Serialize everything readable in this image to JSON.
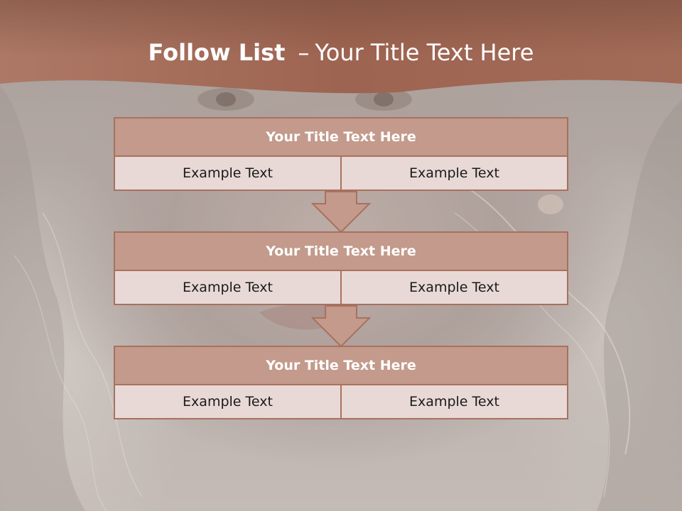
{
  "header": {
    "title_bold": "Follow List",
    "title_dash": "–",
    "title_rest": "Your Title Text Here"
  },
  "blocks": [
    {
      "title": "Your Title Text Here",
      "left": "Example Text",
      "right": "Example Text"
    },
    {
      "title": "Your Title Text Here",
      "left": "Example Text",
      "right": "Example Text"
    },
    {
      "title": "Your Title Text Here",
      "left": "Example Text",
      "right": "Example Text"
    }
  ],
  "colors": {
    "header_band": "#a06a58",
    "block_title_fill": "#c39a8b",
    "block_border": "#a8715f",
    "cell_fill": "#e8d9d6",
    "arrow_fill": "#c39a8b"
  }
}
